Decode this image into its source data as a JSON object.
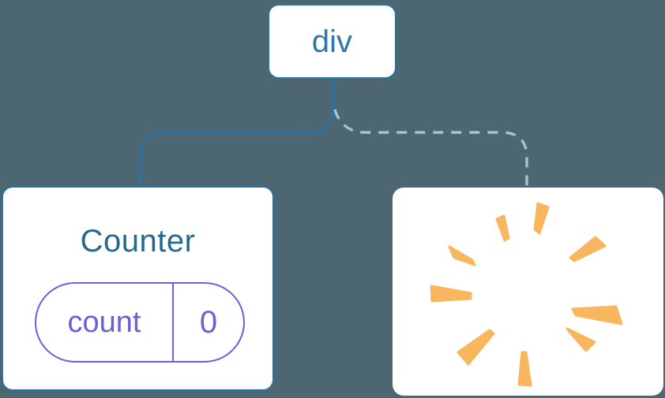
{
  "diagram": {
    "root": {
      "label": "div"
    },
    "left_card": {
      "title": "Counter",
      "state_pill": {
        "key": "count",
        "value": "0"
      }
    },
    "right_card": {
      "icon": "poof-burst"
    }
  },
  "colors": {
    "background": "#4C6672",
    "card-bg": "#FFFFFF",
    "tree-line": "#2B72A3",
    "tree-line-dashed": "#A5C2D6",
    "node-text": "#2E77A8",
    "component-title": "#256A8E",
    "state-accent": "#6762D9",
    "poof": "#F8B75E"
  }
}
